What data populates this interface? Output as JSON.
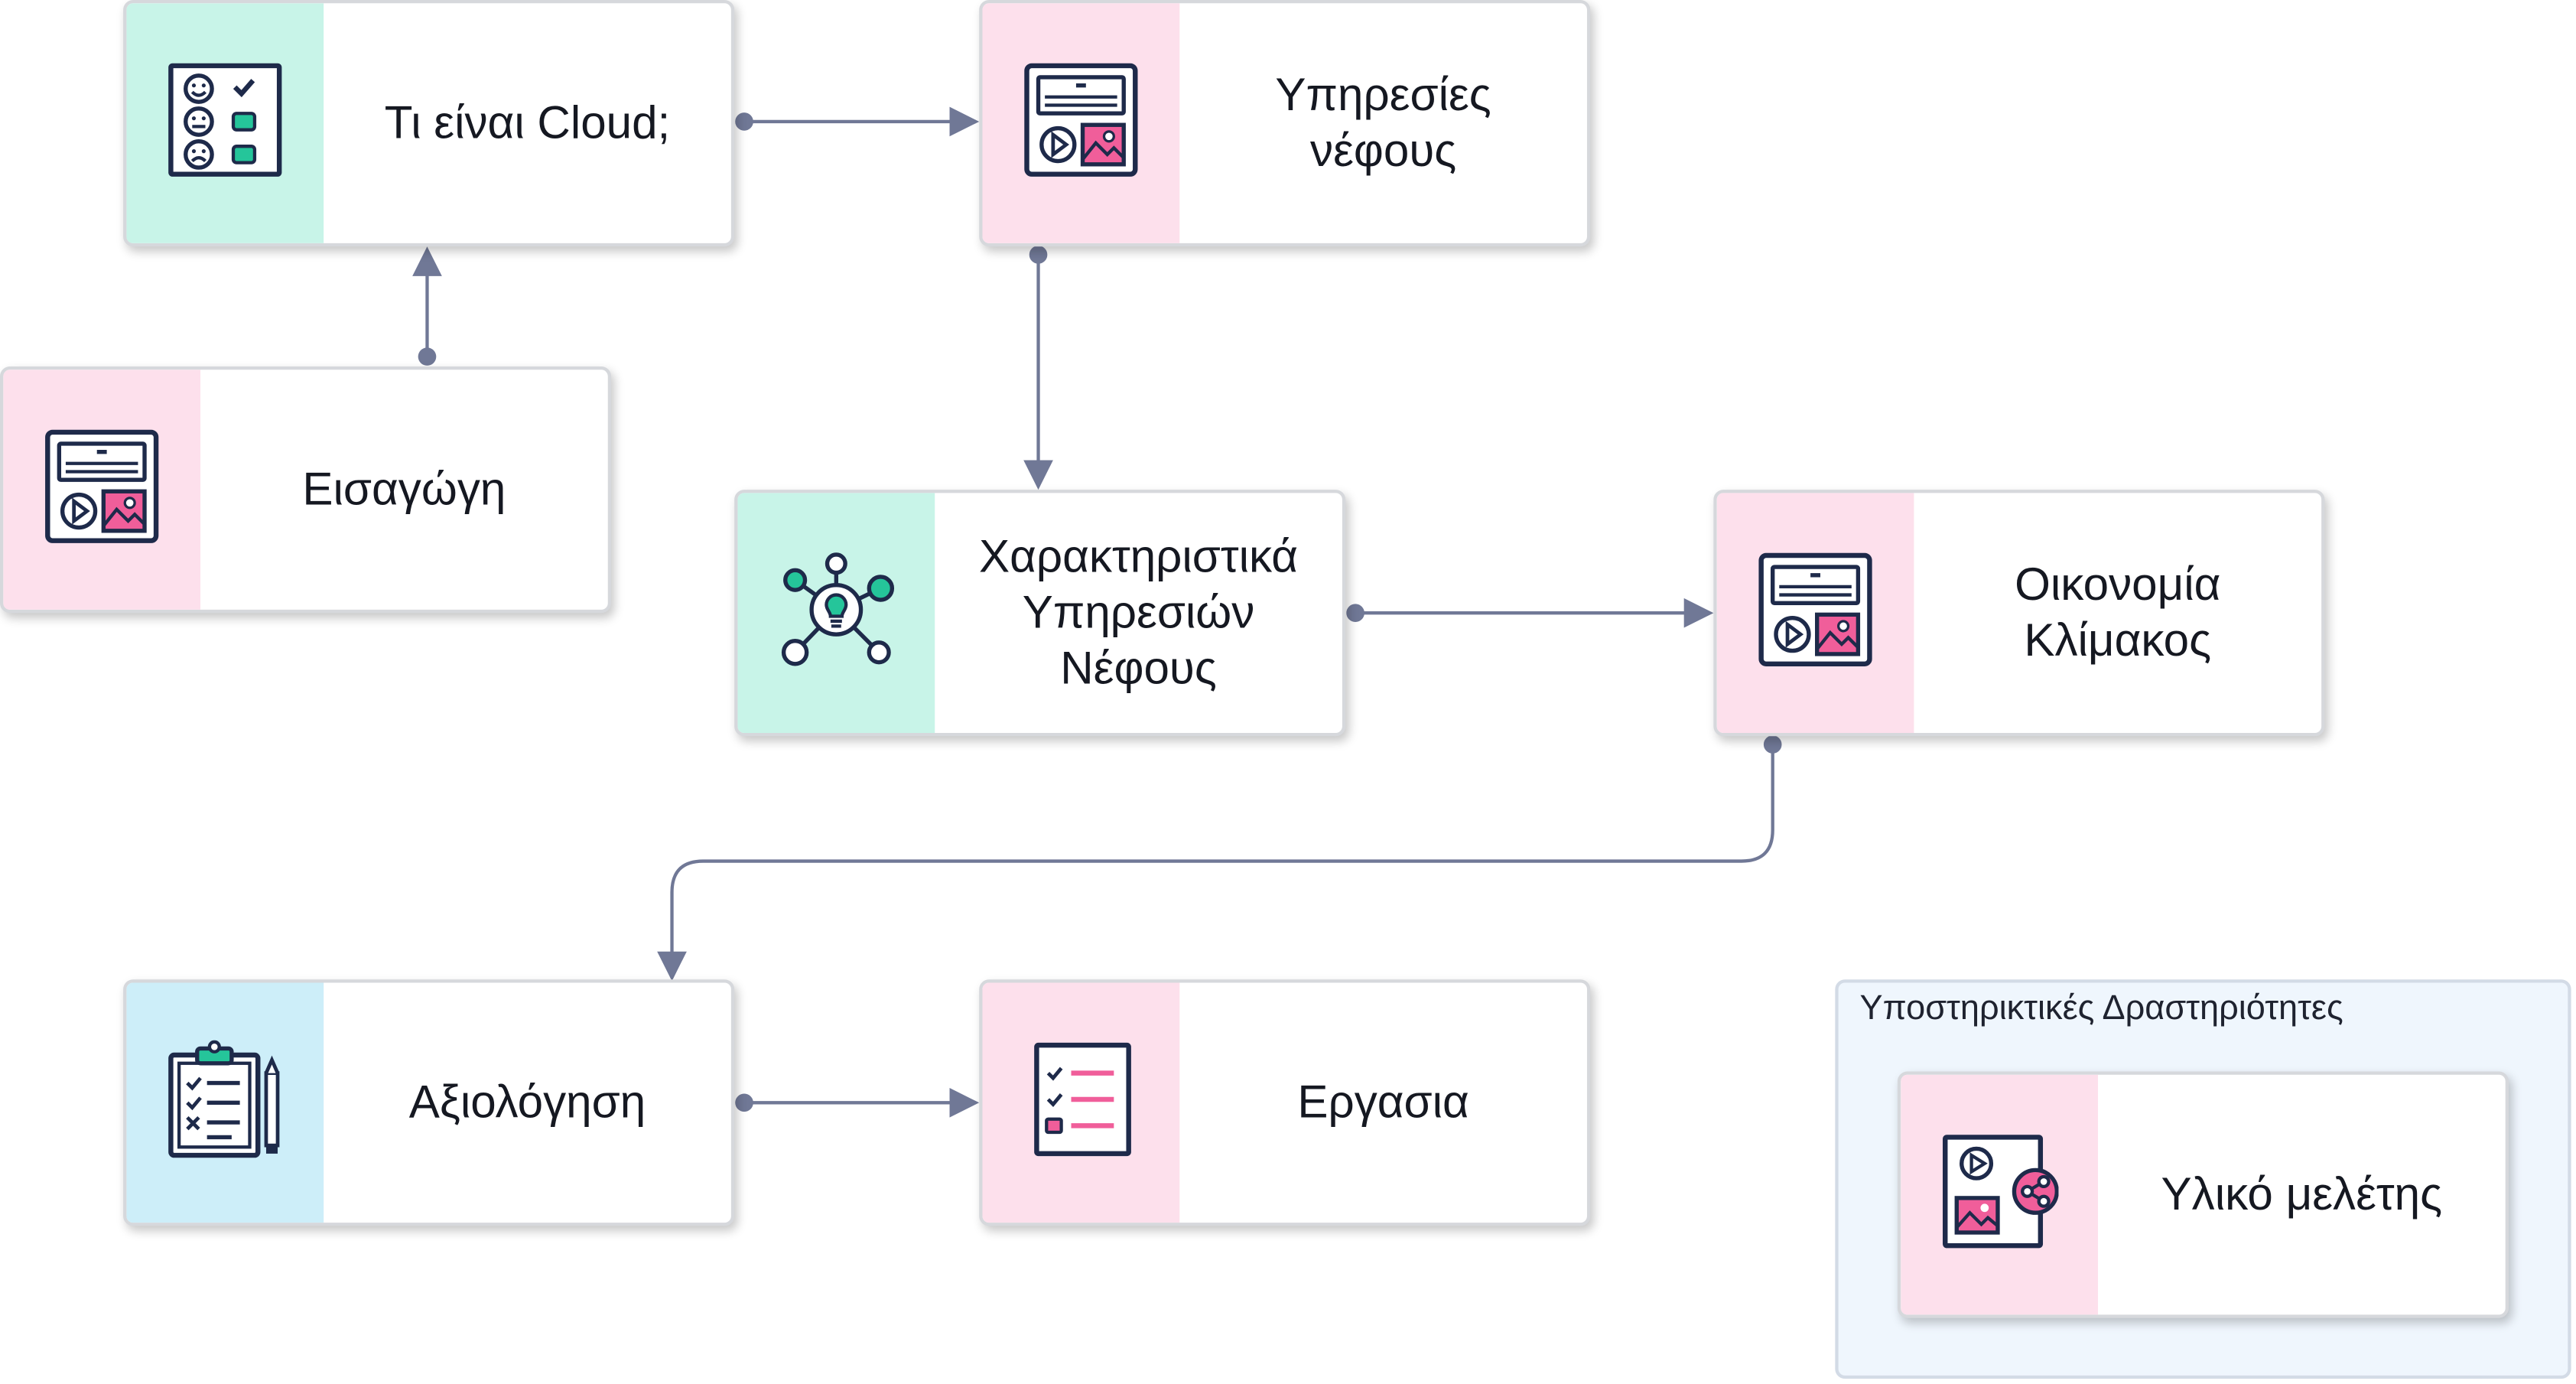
{
  "colors": {
    "connector": "#707896",
    "pink": "#fde0ec",
    "mint": "#c8f4e8",
    "sky": "#cdeef9",
    "icon_stroke": "#1e2a4a",
    "icon_pink": "#f05e9a",
    "icon_green": "#25c59a",
    "group_bg": "#eff6fd"
  },
  "group": {
    "label": "Υποστηρικτικές Δραστηριότητες"
  },
  "nodes": [
    {
      "id": "ti-einai-cloud",
      "label": "Τι είναι Cloud;",
      "icon": "feedback-survey-icon",
      "pane": "mint"
    },
    {
      "id": "ypiresies-nefous",
      "label": "Υπηρεσίες\nνέφους",
      "icon": "media-page-icon",
      "pane": "pink"
    },
    {
      "id": "eisagogi",
      "label": "Εισαγώγη",
      "icon": "media-page-icon",
      "pane": "pink"
    },
    {
      "id": "xaraktiristika",
      "label": "Χαρακτηριστικά\nΥπηρεσιών\nΝέφους",
      "icon": "idea-network-icon",
      "pane": "mint"
    },
    {
      "id": "oikonomia-klimakos",
      "label": "Οικονομία\nΚλίμακος",
      "icon": "media-page-icon",
      "pane": "pink"
    },
    {
      "id": "axiologisi",
      "label": "Αξιολόγηση",
      "icon": "clipboard-checklist-icon",
      "pane": "sky"
    },
    {
      "id": "ergasia",
      "label": "Εργασια",
      "icon": "checklist-icon",
      "pane": "pink"
    },
    {
      "id": "yliko-meletis",
      "label": "Υλικό μελέτης",
      "icon": "shared-media-icon",
      "pane": "pink"
    }
  ]
}
